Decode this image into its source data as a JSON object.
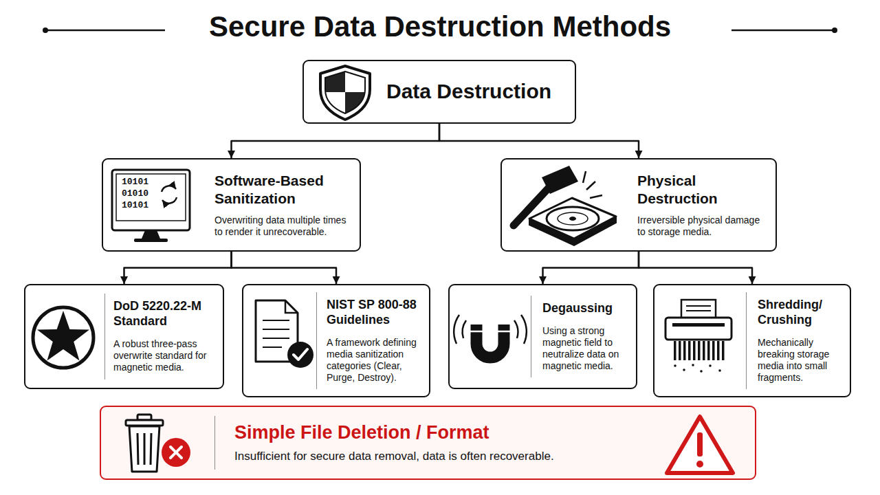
{
  "diagram": {
    "title": "Secure Data Destruction Methods",
    "nodes": [
      {
        "text": [
          "Data Destruction"
        ]
      },
      {
        "text": [
          "Software-Based Sanitization",
          "Overwriting data multiple times to render it unrecoverable."
        ]
      },
      {
        "text": [
          "Physical Destruction",
          "Irreversible physical damage to storage media."
        ]
      },
      {
        "text": [
          "DoD 5220.22-M Standard",
          "A robust three-pass overwrite standard for magnetic media."
        ]
      },
      {
        "text": [
          "NIST SP 800-88 Guidelines",
          "A framework defining media sanitization categories (Clear, Purge, Destroy)."
        ]
      },
      {
        "text": [
          "Degaussing",
          "Using a strong magnetic field to neutralize data on magnetic media."
        ]
      },
      {
        "text": [
          "Shredding/ Crushing",
          "Mechanically breaking storage media into small fragments."
        ]
      },
      {
        "text": [
          "Simple File Deletion / Format",
          "Insufficient for secure data removal, data is often recoverable."
        ]
      }
    ],
    "edges": [
      {
        "from": 0,
        "to": 1,
        "arrow": "to"
      },
      {
        "from": 0,
        "to": 2,
        "arrow": "to"
      },
      {
        "from": 1,
        "to": 3,
        "arrow": "to"
      },
      {
        "from": 1,
        "to": 4,
        "arrow": "to"
      },
      {
        "from": 2,
        "to": 5,
        "arrow": "to"
      },
      {
        "from": 2,
        "to": 6,
        "arrow": "to"
      }
    ],
    "labels": [
      "10101",
      "01010",
      "10101"
    ]
  }
}
